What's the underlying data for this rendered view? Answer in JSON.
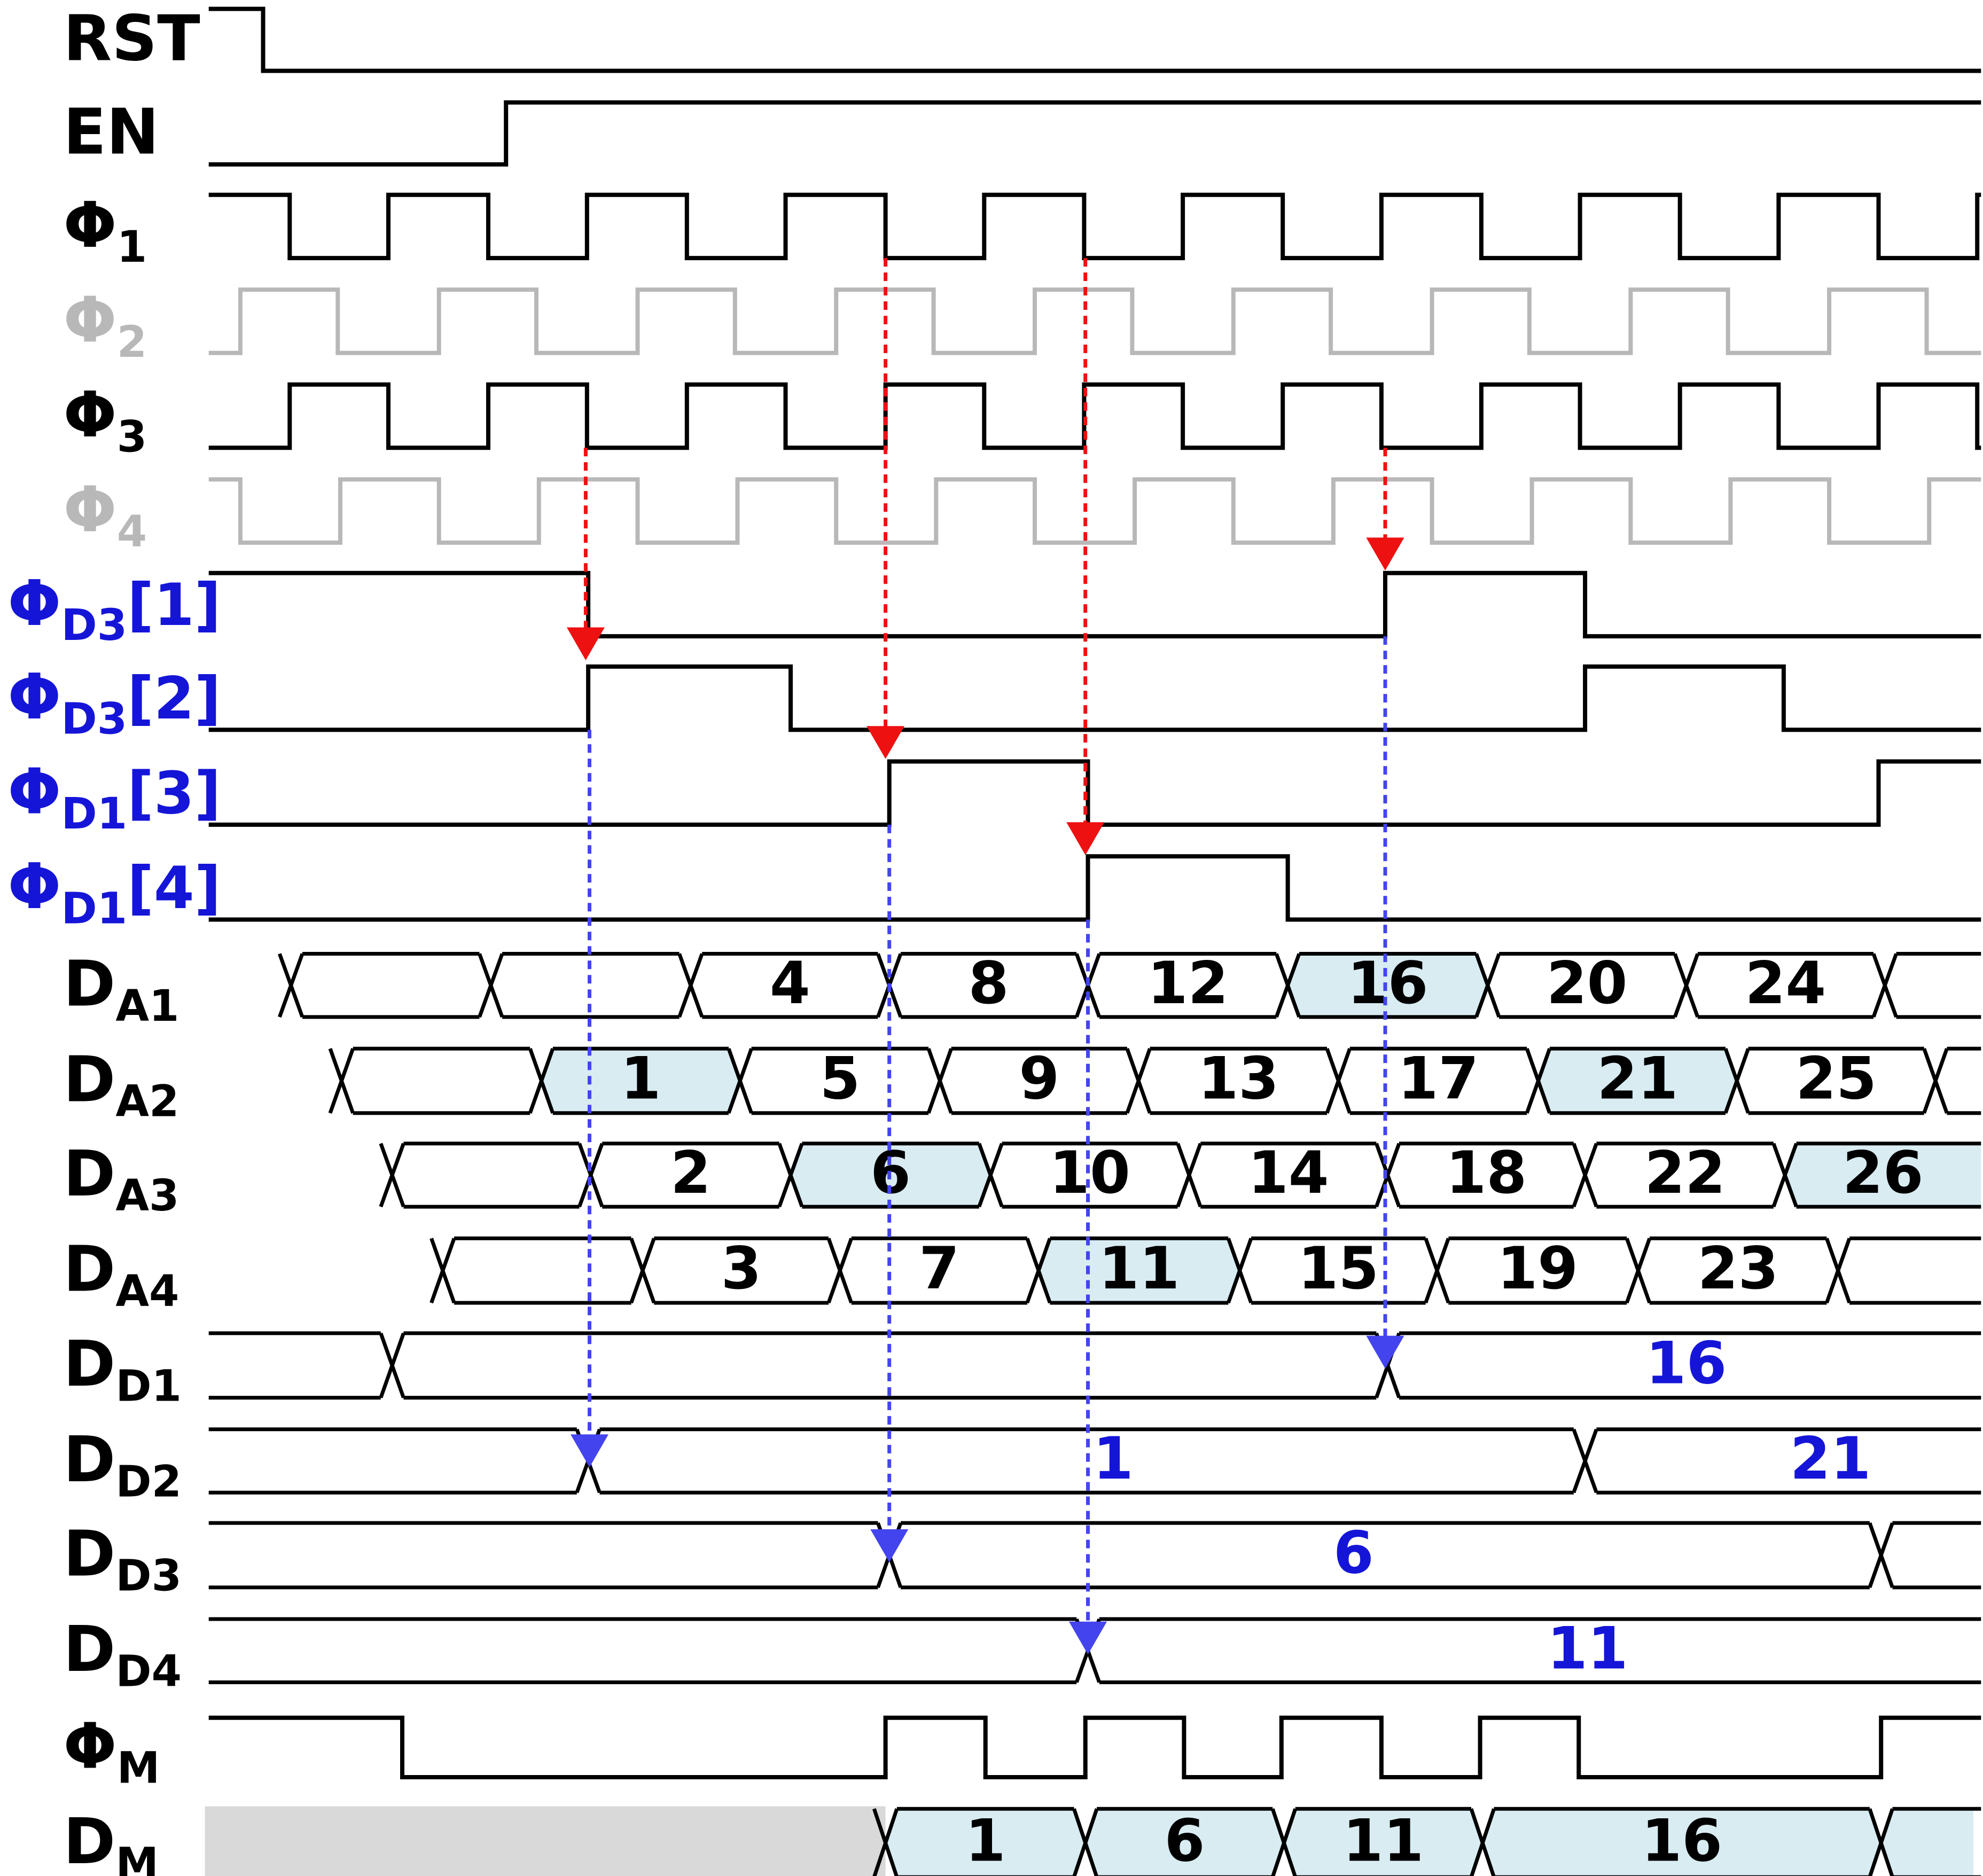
{
  "colors": {
    "signal": "#000000",
    "gray_signal": "#b8b8b8",
    "blue_label": "#1515d8",
    "red_arrow": "#ee1111",
    "blue_arrow": "#4444ee",
    "highlight_fill": "#d8ecf2",
    "dm_gray": "#d9d9d9"
  },
  "signals": [
    {
      "id": "rst",
      "main": "RST",
      "sub": "",
      "suffix": "",
      "color": "black"
    },
    {
      "id": "en",
      "main": "EN",
      "sub": "",
      "suffix": "",
      "color": "black"
    },
    {
      "id": "phi1",
      "main": "Φ",
      "sub": "1",
      "suffix": "",
      "color": "black"
    },
    {
      "id": "phi2",
      "main": "Φ",
      "sub": "2",
      "suffix": "",
      "color": "gray"
    },
    {
      "id": "phi3",
      "main": "Φ",
      "sub": "3",
      "suffix": "",
      "color": "black"
    },
    {
      "id": "phi4",
      "main": "Φ",
      "sub": "4",
      "suffix": "",
      "color": "gray"
    },
    {
      "id": "phid3_1",
      "main": "Φ",
      "sub": "D3",
      "suffix": "[1]",
      "color": "blue"
    },
    {
      "id": "phid3_2",
      "main": "Φ",
      "sub": "D3",
      "suffix": "[2]",
      "color": "blue"
    },
    {
      "id": "phid1_3",
      "main": "Φ",
      "sub": "D1",
      "suffix": "[3]",
      "color": "blue"
    },
    {
      "id": "phid1_4",
      "main": "Φ",
      "sub": "D1",
      "suffix": "[4]",
      "color": "blue"
    },
    {
      "id": "da1",
      "main": "D",
      "sub": "A1",
      "suffix": "",
      "color": "black"
    },
    {
      "id": "da2",
      "main": "D",
      "sub": "A2",
      "suffix": "",
      "color": "black"
    },
    {
      "id": "da3",
      "main": "D",
      "sub": "A3",
      "suffix": "",
      "color": "black"
    },
    {
      "id": "da4",
      "main": "D",
      "sub": "A4",
      "suffix": "",
      "color": "black"
    },
    {
      "id": "dd1",
      "main": "D",
      "sub": "D1",
      "suffix": "",
      "color": "black"
    },
    {
      "id": "dd2",
      "main": "D",
      "sub": "D2",
      "suffix": "",
      "color": "black"
    },
    {
      "id": "dd3",
      "main": "D",
      "sub": "D3",
      "suffix": "",
      "color": "black"
    },
    {
      "id": "dd4",
      "main": "D",
      "sub": "D4",
      "suffix": "",
      "color": "black"
    },
    {
      "id": "phim",
      "main": "Φ",
      "sub": "M",
      "suffix": "",
      "color": "black"
    },
    {
      "id": "dm",
      "main": "D",
      "sub": "M",
      "suffix": "",
      "color": "black"
    }
  ],
  "bus_values": {
    "da1": [
      "",
      "",
      "4",
      "8",
      "12",
      "16",
      "20",
      "24",
      ""
    ],
    "da1_highlight": [
      "16"
    ],
    "da2": [
      "",
      "1",
      "5",
      "9",
      "13",
      "17",
      "21",
      "25",
      ""
    ],
    "da2_highlight": [
      "1",
      "21"
    ],
    "da3": [
      "",
      "2",
      "6",
      "10",
      "14",
      "18",
      "22",
      "26"
    ],
    "da3_highlight": [
      "6",
      "26"
    ],
    "da4": [
      "",
      "3",
      "7",
      "11",
      "15",
      "19",
      "23",
      ""
    ],
    "da4_highlight": [
      "11"
    ],
    "dd1": [
      "",
      "",
      "16"
    ],
    "dd2": [
      "",
      "1",
      "21"
    ],
    "dd3": [
      "",
      "6",
      ""
    ],
    "dd4": [
      "",
      "11"
    ],
    "dm": [
      "1",
      "6",
      "11",
      "16",
      ""
    ]
  }
}
